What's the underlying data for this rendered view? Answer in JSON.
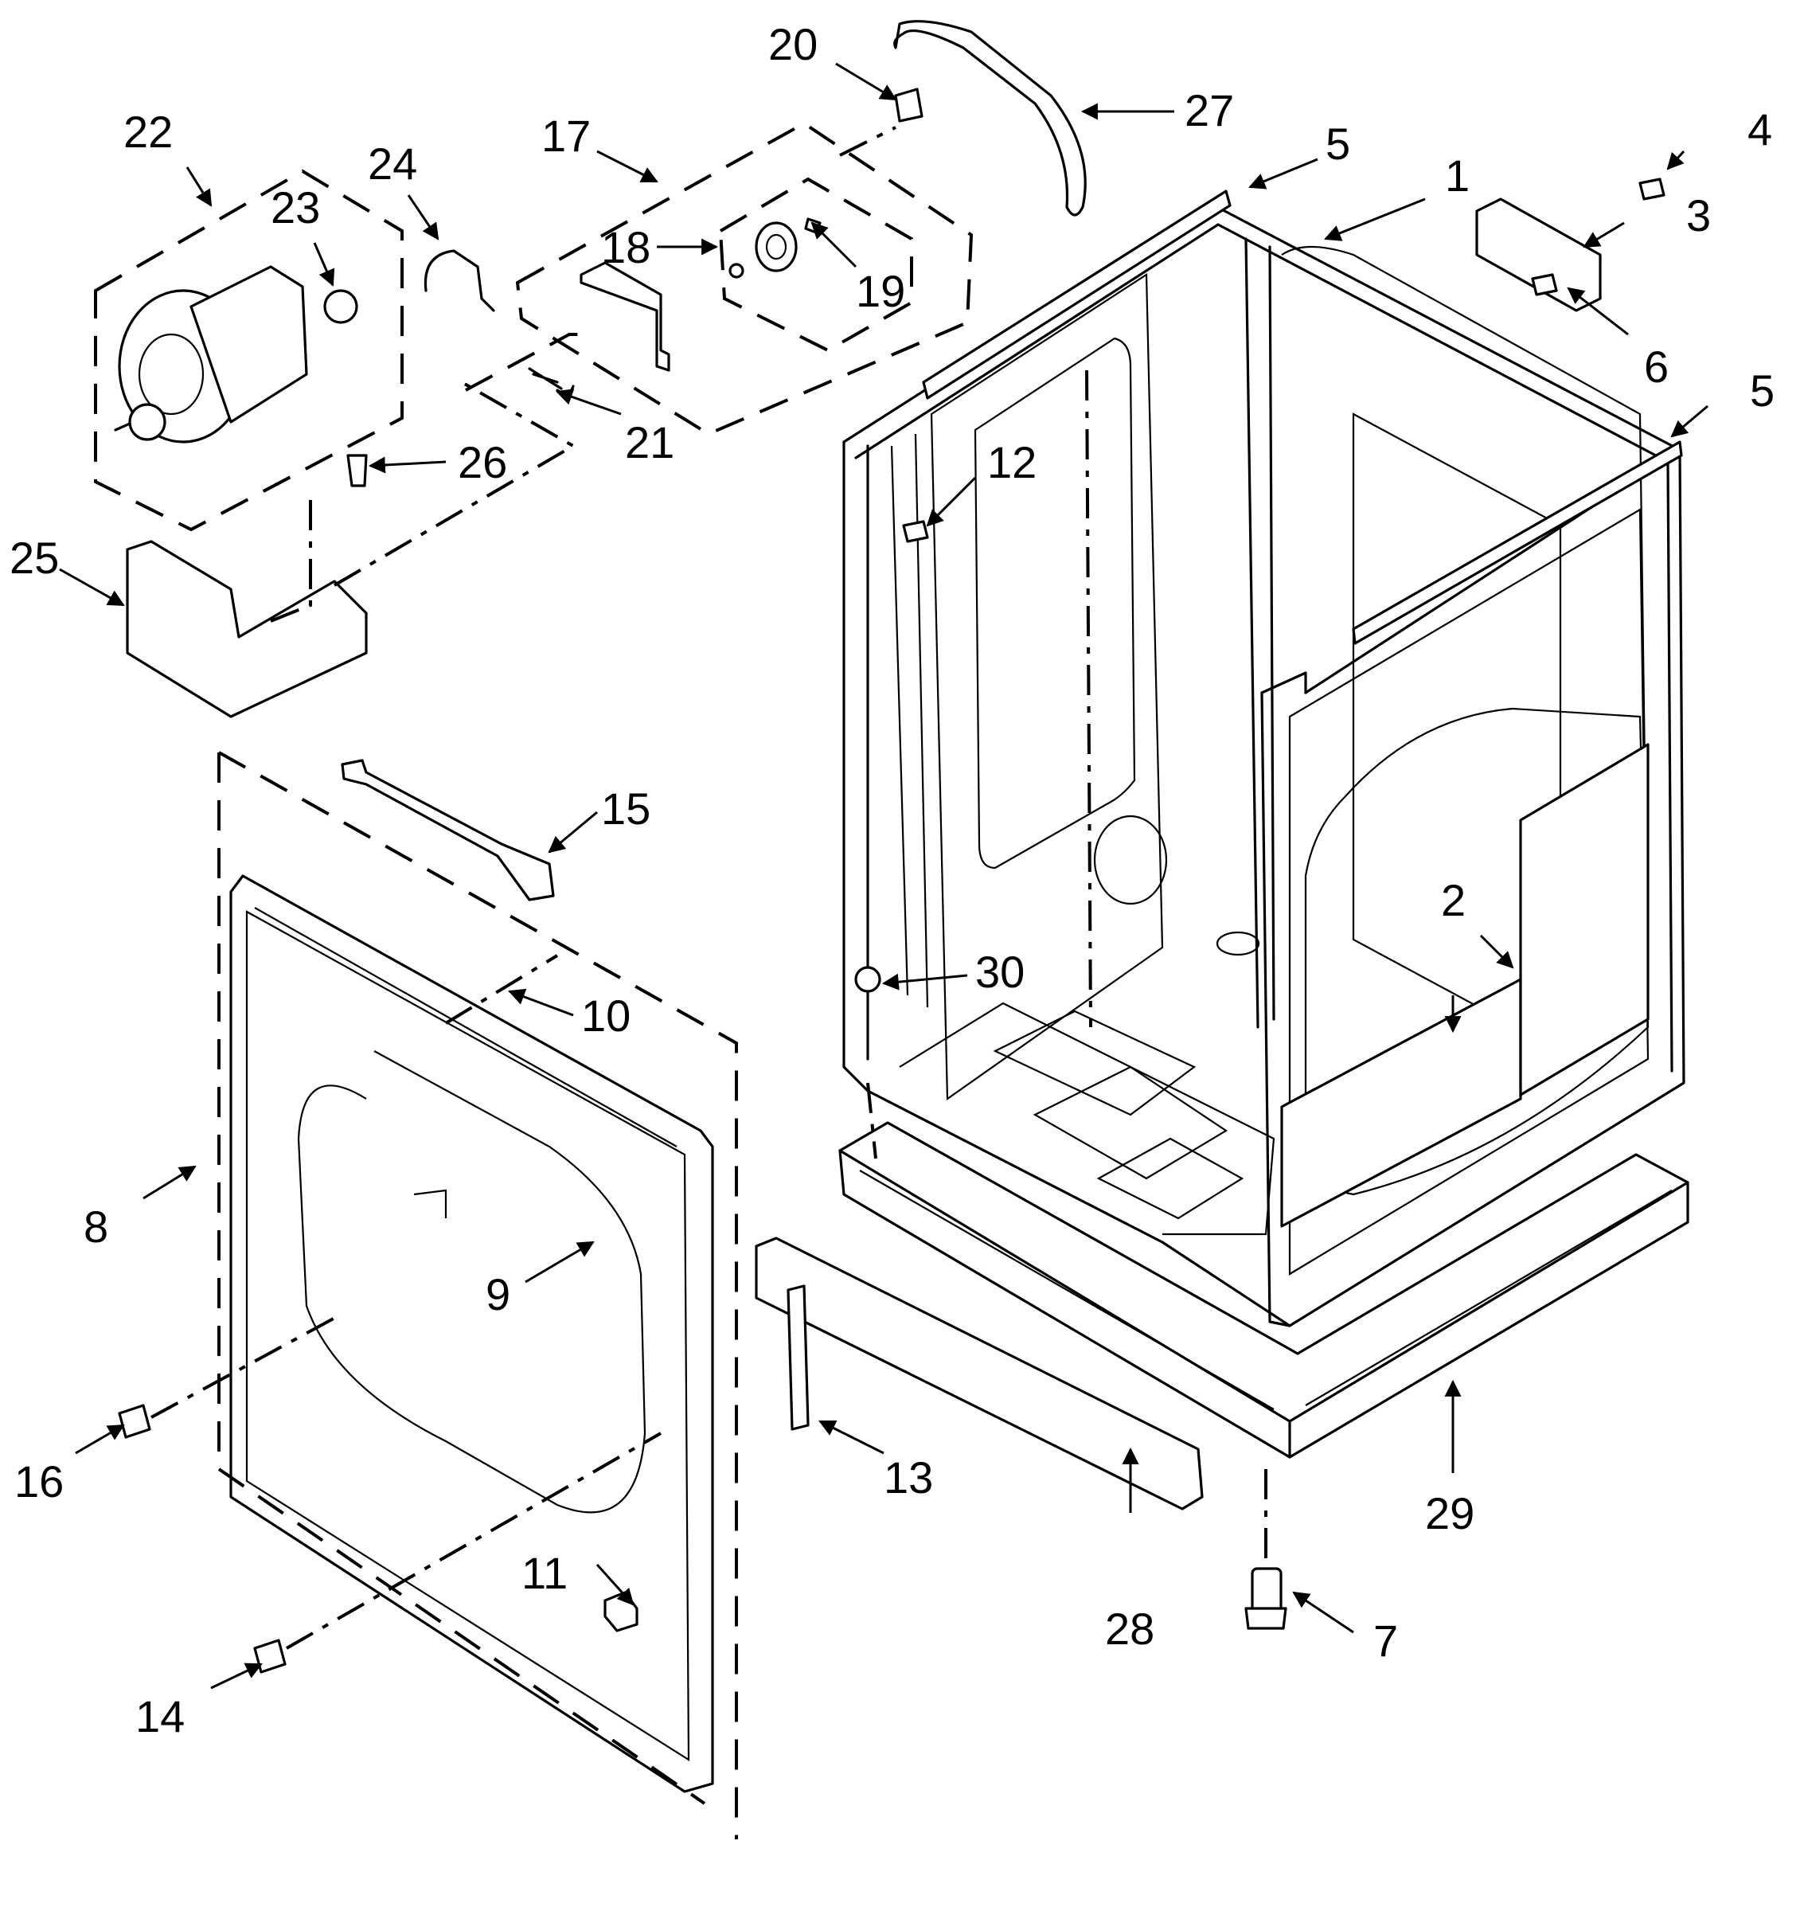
{
  "callouts": [
    {
      "n": "1"
    },
    {
      "n": "2"
    },
    {
      "n": "3"
    },
    {
      "n": "4"
    },
    {
      "n": "5"
    },
    {
      "n": "5"
    },
    {
      "n": "6"
    },
    {
      "n": "7"
    },
    {
      "n": "8"
    },
    {
      "n": "9"
    },
    {
      "n": "10"
    },
    {
      "n": "11"
    },
    {
      "n": "12"
    },
    {
      "n": "13"
    },
    {
      "n": "14"
    },
    {
      "n": "15"
    },
    {
      "n": "16"
    },
    {
      "n": "17"
    },
    {
      "n": "18"
    },
    {
      "n": "19"
    },
    {
      "n": "20"
    },
    {
      "n": "21"
    },
    {
      "n": "22"
    },
    {
      "n": "23"
    },
    {
      "n": "24"
    },
    {
      "n": "25"
    },
    {
      "n": "26"
    },
    {
      "n": "27"
    },
    {
      "n": "28"
    },
    {
      "n": "29"
    },
    {
      "n": "30"
    }
  ]
}
